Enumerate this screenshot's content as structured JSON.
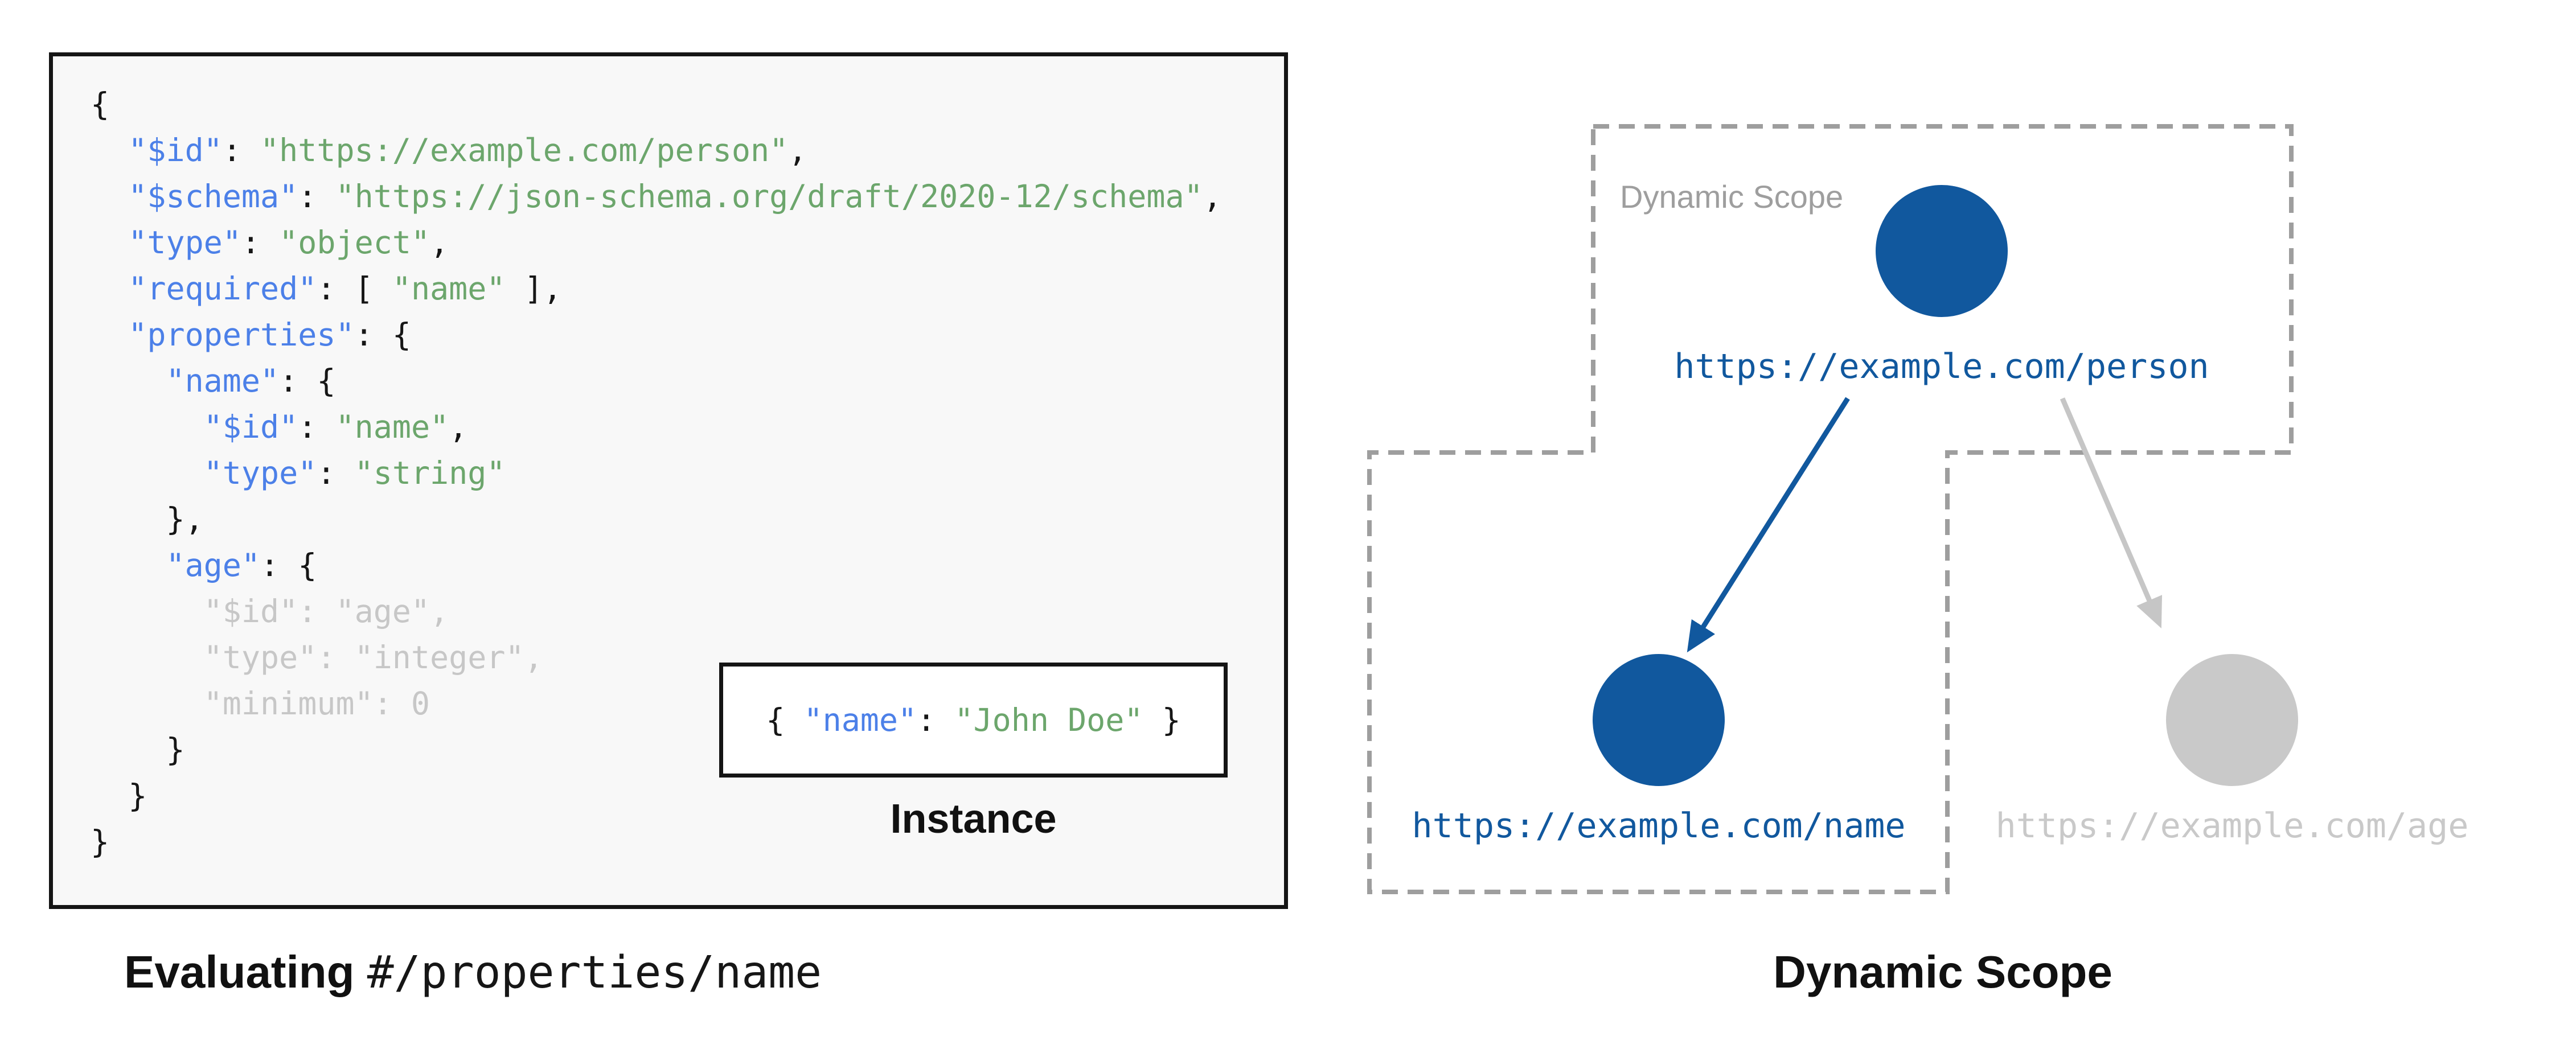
{
  "colors": {
    "key_blue": "#4C80E8",
    "string_green": "#6CA66C",
    "punct_black": "#161616",
    "muted_gray": "#C7C7C7",
    "panel_bg": "#F8F8F8",
    "node_blue": "#11589E",
    "node_gray": "#C9C9C9",
    "scope_border_gray": "#9E9E9E"
  },
  "schema_panel": {
    "code_lines": [
      [
        [
          "p",
          "{"
        ]
      ],
      [
        [
          "p",
          "  "
        ],
        [
          "k",
          "\"$id\""
        ],
        [
          "p",
          ": "
        ],
        [
          "s",
          "\"https://example.com/person\""
        ],
        [
          "p",
          ","
        ]
      ],
      [
        [
          "p",
          "  "
        ],
        [
          "k",
          "\"$schema\""
        ],
        [
          "p",
          ": "
        ],
        [
          "s",
          "\"https://json-schema.org/draft/2020-12/schema\""
        ],
        [
          "p",
          ","
        ]
      ],
      [
        [
          "p",
          "  "
        ],
        [
          "k",
          "\"type\""
        ],
        [
          "p",
          ": "
        ],
        [
          "s",
          "\"object\""
        ],
        [
          "p",
          ","
        ]
      ],
      [
        [
          "p",
          "  "
        ],
        [
          "k",
          "\"required\""
        ],
        [
          "p",
          ": [ "
        ],
        [
          "s",
          "\"name\""
        ],
        [
          "p",
          " ],"
        ]
      ],
      [
        [
          "p",
          "  "
        ],
        [
          "k",
          "\"properties\""
        ],
        [
          "p",
          ": {"
        ]
      ],
      [
        [
          "p",
          "    "
        ],
        [
          "k",
          "\"name\""
        ],
        [
          "p",
          ": {"
        ]
      ],
      [
        [
          "p",
          "      "
        ],
        [
          "k",
          "\"$id\""
        ],
        [
          "p",
          ": "
        ],
        [
          "s",
          "\"name\""
        ],
        [
          "p",
          ","
        ]
      ],
      [
        [
          "p",
          "      "
        ],
        [
          "k",
          "\"type\""
        ],
        [
          "p",
          ": "
        ],
        [
          "s",
          "\"string\""
        ]
      ],
      [
        [
          "p",
          "    },"
        ]
      ],
      [
        [
          "p",
          "    "
        ],
        [
          "k",
          "\"age\""
        ],
        [
          "p",
          ": {"
        ]
      ],
      [
        [
          "g",
          "      \"$id\": \"age\","
        ]
      ],
      [
        [
          "g",
          "      \"type\": \"integer\","
        ]
      ],
      [
        [
          "g",
          "      \"minimum\": 0"
        ]
      ],
      [
        [
          "p",
          "    }"
        ]
      ],
      [
        [
          "p",
          "  }"
        ]
      ],
      [
        [
          "p",
          "}"
        ]
      ]
    ],
    "instance": {
      "segments": [
        [
          "p",
          "{ "
        ],
        [
          "k",
          "\"name\""
        ],
        [
          "p",
          ": "
        ],
        [
          "s",
          "\"John Doe\""
        ],
        [
          "p",
          " }"
        ]
      ],
      "label": "Instance"
    },
    "caption_bold": "Evaluating ",
    "caption_mono": "#/properties/name"
  },
  "scope_diagram": {
    "scope_label": "Dynamic Scope",
    "nodes": [
      {
        "id": "person",
        "url": "https://example.com/person",
        "state": "active"
      },
      {
        "id": "name",
        "url": "https://example.com/name",
        "state": "active"
      },
      {
        "id": "age",
        "url": "https://example.com/age",
        "state": "inactive"
      }
    ],
    "caption": "Dynamic Scope"
  }
}
